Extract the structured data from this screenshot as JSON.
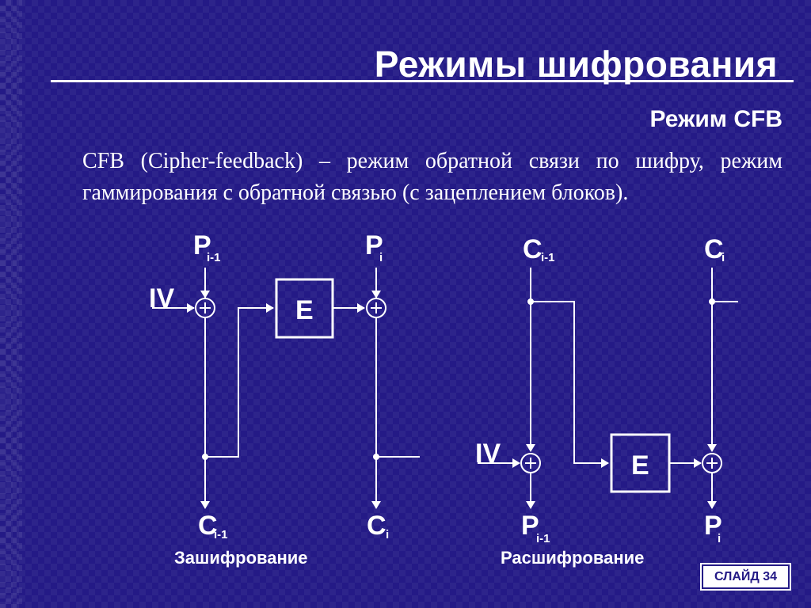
{
  "slide": {
    "title": "Режимы шифрования",
    "subtitle": "Режим CFB",
    "description": "CFB (Cipher-feedback) – режим обратной связи по шифру, режим гаммирования с обратной связью (с зацеплением блоков).",
    "slide_number": "СЛАЙД 34"
  },
  "encryption": {
    "caption": "Зашифрование",
    "p_prev": "P",
    "p_prev_sub": "i-1",
    "p_cur": "P",
    "p_cur_sub": "i",
    "iv": "IV",
    "block": "E",
    "c_prev": "C",
    "c_prev_sub": "i-1",
    "c_cur": "C",
    "c_cur_sub": "i"
  },
  "decryption": {
    "caption": "Расшифрование",
    "c_prev": "C",
    "c_prev_sub": "i-1",
    "c_cur": "C",
    "c_cur_sub": "i",
    "iv": "IV",
    "block": "E",
    "p_prev": "P",
    "p_prev_sub": "i-1",
    "p_cur": "P",
    "p_cur_sub": "i"
  },
  "colors": {
    "background": "#241a86",
    "foreground": "#ffffff"
  }
}
